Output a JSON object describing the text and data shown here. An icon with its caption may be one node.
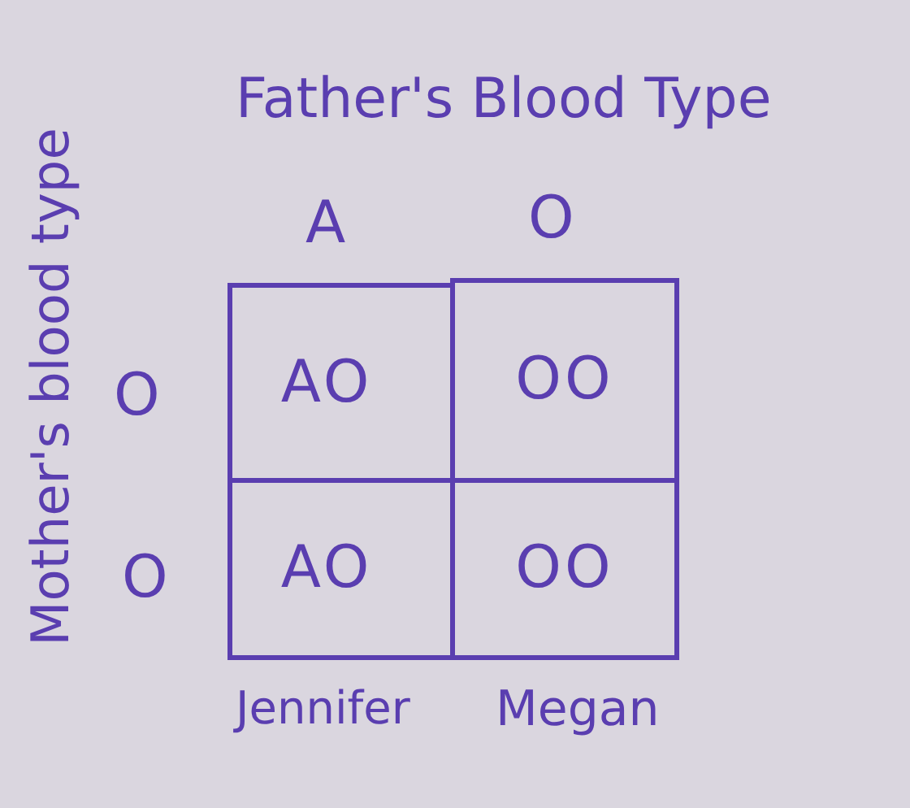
{
  "diagram": {
    "nodes": [
      {
        "text": [
          "AO"
        ]
      },
      {
        "text": [
          "OO"
        ]
      },
      {
        "text": [
          "AO"
        ]
      },
      {
        "text": [
          "OO"
        ]
      }
    ],
    "labels": [
      "Father's Blood Type",
      "Mother's blood type",
      "A",
      "O",
      "O",
      "O",
      "Jennifer",
      "Megan"
    ]
  }
}
